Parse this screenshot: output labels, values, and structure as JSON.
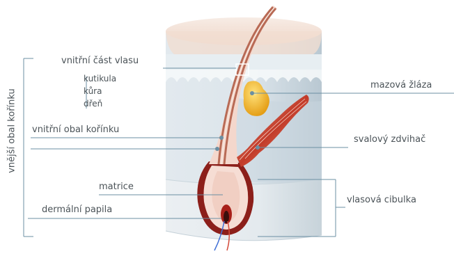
{
  "labels": {
    "inner_hair": "vnitřní část vlasu",
    "cuticle": "kutikula",
    "cortex": "kůra",
    "medulla": "dřeň",
    "inner_root_sheath": "vnitřní obal kořínku",
    "matrix": "matrice",
    "dermal_papilla": "dermální papila",
    "outer_root_sheath": "vnější obal kořínku",
    "sebaceous_gland": "mazová žláza",
    "arrector_muscle": "svalový zdvihač",
    "hair_follicle": "vlasová cibulka"
  },
  "colors": {
    "text": "#4b5358",
    "line": "#6b8fa3",
    "skin": "#f3e1d6",
    "tissue": "#d7e1e8",
    "hair": "#b06a55",
    "gland": "#f2b320",
    "muscle": "#c9402c"
  }
}
